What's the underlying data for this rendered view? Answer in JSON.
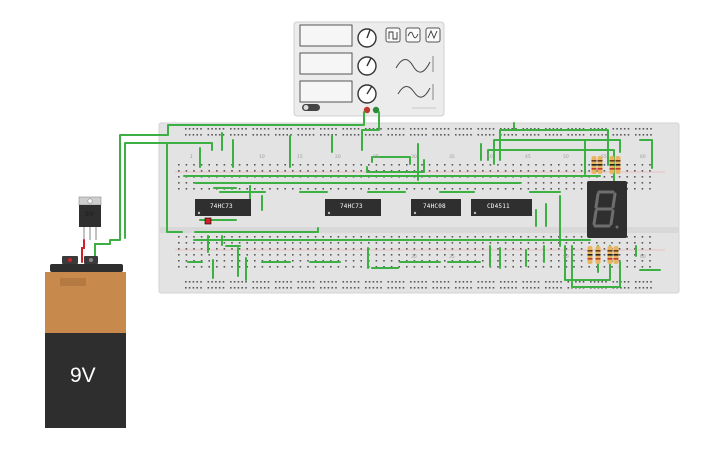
{
  "chips": [
    {
      "id": "chip-1",
      "label": "74HC73"
    },
    {
      "id": "chip-2",
      "label": "74HC73"
    },
    {
      "id": "chip-3",
      "label": "74HC08"
    },
    {
      "id": "chip-4",
      "label": "CD4511"
    }
  ],
  "regulator": {
    "label": "5V"
  },
  "battery": {
    "label": "9V"
  },
  "display": {
    "digit": "8"
  },
  "breadboard": {
    "column_numbers_top": [
      "1",
      "10",
      "15",
      "20",
      "25",
      "30",
      "35",
      "40",
      "45",
      "50",
      "55",
      "60"
    ],
    "column_numbers_bottom": [
      "30",
      "35",
      "50",
      "60"
    ]
  },
  "colors": {
    "wire": "#3cb043",
    "wire_red": "#d0202a",
    "breadboard": "#e3e3e3",
    "chip": "#2f2f2f",
    "battery_top": "#c88a4c",
    "battery_body": "#2e2e2e",
    "resistor": "#e8b460"
  }
}
